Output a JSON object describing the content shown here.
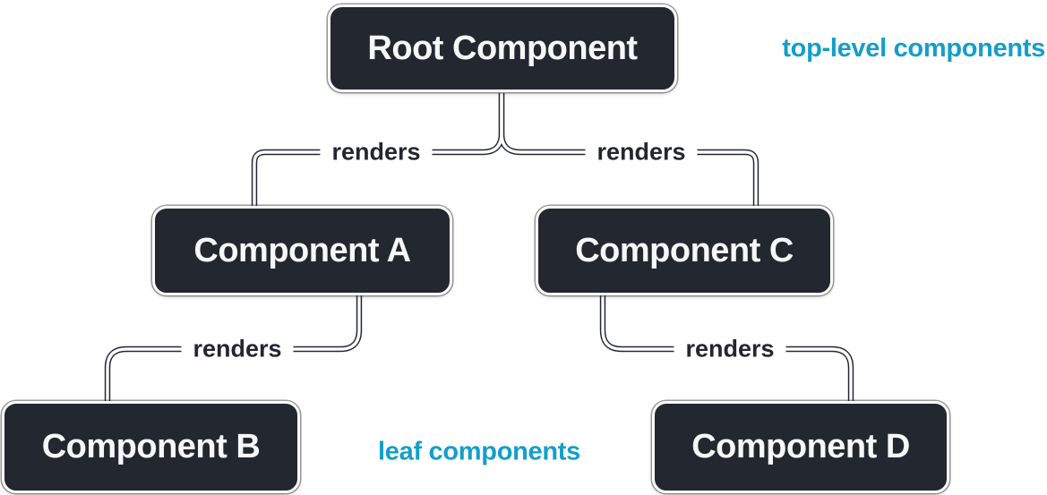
{
  "diagram": {
    "nodes": {
      "root": {
        "label": "Root Component"
      },
      "a": {
        "label": "Component A"
      },
      "b": {
        "label": "Component B"
      },
      "c": {
        "label": "Component C"
      },
      "d": {
        "label": "Component D"
      }
    },
    "edges": [
      {
        "from": "root",
        "to": "a",
        "label": "renders"
      },
      {
        "from": "root",
        "to": "c",
        "label": "renders"
      },
      {
        "from": "a",
        "to": "b",
        "label": "renders"
      },
      {
        "from": "c",
        "to": "d",
        "label": "renders"
      }
    ],
    "annotations": {
      "top_level": {
        "text": "top-level components"
      },
      "leaf": {
        "text": "leaf components"
      }
    }
  },
  "colors": {
    "node_background": "#23272F",
    "node_border": "#FFFFFF",
    "node_text": "#F6F7F9",
    "edge_core": "#FFFFFF",
    "edge_outline": "#23272F",
    "edge_label_text": "#23272F",
    "annotation_accent": "#149ECA",
    "background": "#FFFFFF"
  }
}
